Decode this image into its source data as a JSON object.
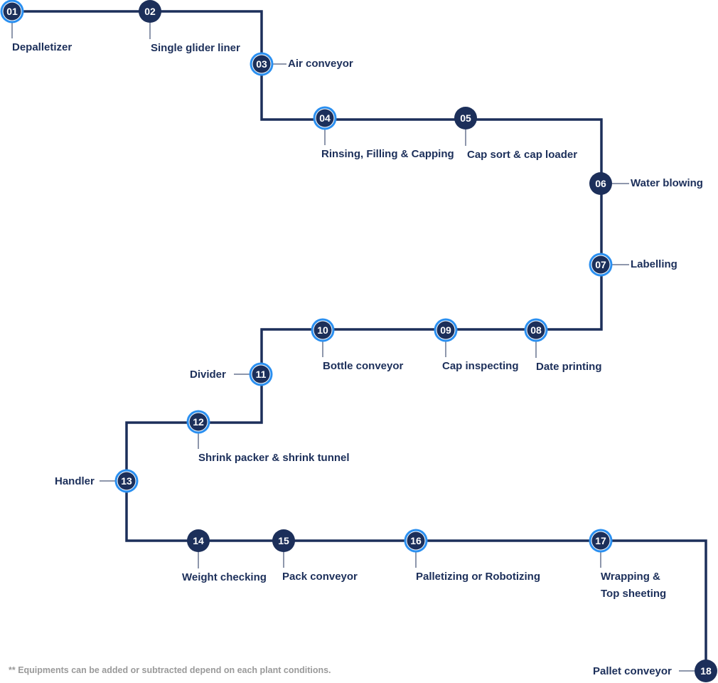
{
  "colors": {
    "line": "#1c2f5a",
    "node": "#1c2f5a",
    "accent": "#2a8ff0",
    "label": "#1c2f5a",
    "note": "#9a9a9a"
  },
  "steps": [
    {
      "num": "01",
      "label": "Depalletizer",
      "highlight": true
    },
    {
      "num": "02",
      "label": "Single glider liner",
      "highlight": false
    },
    {
      "num": "03",
      "label": "Air conveyor",
      "highlight": true
    },
    {
      "num": "04",
      "label": "Rinsing, Filling & Capping",
      "highlight": true
    },
    {
      "num": "05",
      "label": "Cap sort & cap loader",
      "highlight": false
    },
    {
      "num": "06",
      "label": "Water blowing",
      "highlight": false
    },
    {
      "num": "07",
      "label": "Labelling",
      "highlight": true
    },
    {
      "num": "08",
      "label": "Date printing",
      "highlight": true
    },
    {
      "num": "09",
      "label": "Cap inspecting",
      "highlight": true
    },
    {
      "num": "10",
      "label": "Bottle conveyor",
      "highlight": true
    },
    {
      "num": "11",
      "label": "Divider",
      "highlight": true
    },
    {
      "num": "12",
      "label": "Shrink packer & shrink tunnel",
      "highlight": true
    },
    {
      "num": "13",
      "label": "Handler",
      "highlight": true
    },
    {
      "num": "14",
      "label": "Weight checking",
      "highlight": false
    },
    {
      "num": "15",
      "label": "Pack conveyor",
      "highlight": false
    },
    {
      "num": "16",
      "label": "Palletizing or Robotizing",
      "highlight": true
    },
    {
      "num": "17",
      "label": "Wrapping & Top sheeting",
      "highlight": true
    },
    {
      "num": "18",
      "label": "Pallet conveyor",
      "highlight": false
    }
  ],
  "footnote": "** Equipments can be added or subtracted depend on each plant conditions."
}
